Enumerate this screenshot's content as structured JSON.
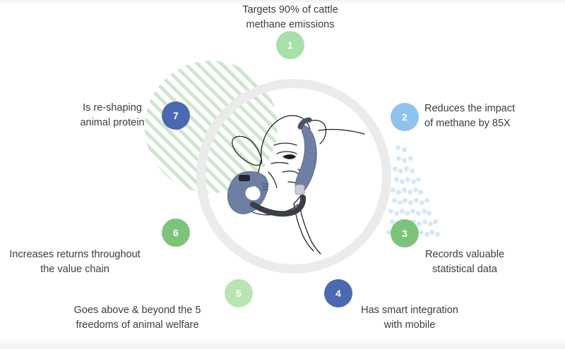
{
  "infographic": {
    "theme_colors": {
      "light_green": "#a9dfa9",
      "mid_green": "#7cc47c",
      "light_blue": "#8fc3ee",
      "indigo": "#4a69b2",
      "pale_green": "#b9e4b4",
      "ring_gray": "#ebebeb",
      "dot_blue": "#d6e8f7",
      "stripe_green": "#cfe6cf",
      "text": "#3c3c41",
      "mask_blue": "#6e7fa3"
    },
    "center_illustration": {
      "name": "cow-head-with-methane-mask",
      "alt": "Line drawing of a cow's head wearing a blue-grey methane capture mask"
    },
    "benefits": [
      {
        "number": "1",
        "line1": "Targets 90% of cattle",
        "line2": "methane emissions",
        "color": "#a9dfa9"
      },
      {
        "number": "2",
        "line1": "Reduces the impact",
        "line2": "of methane by 85X",
        "color": "#8fc3ee"
      },
      {
        "number": "3",
        "line1": "Records valuable",
        "line2": "statistical data",
        "color": "#7cc47c"
      },
      {
        "number": "4",
        "line1": "Has smart integration",
        "line2": "with mobile",
        "color": "#4a69b2"
      },
      {
        "number": "5",
        "line1": "Goes above & beyond the 5",
        "line2": "freedoms of animal welfare",
        "color": "#b9e4b4"
      },
      {
        "number": "6",
        "line1": "Increases returns throughout",
        "line2": "the value chain",
        "color": "#7cc47c"
      },
      {
        "number": "7",
        "line1": "Is re-shaping",
        "line2": "animal protein",
        "color": "#4a69b2"
      }
    ]
  }
}
